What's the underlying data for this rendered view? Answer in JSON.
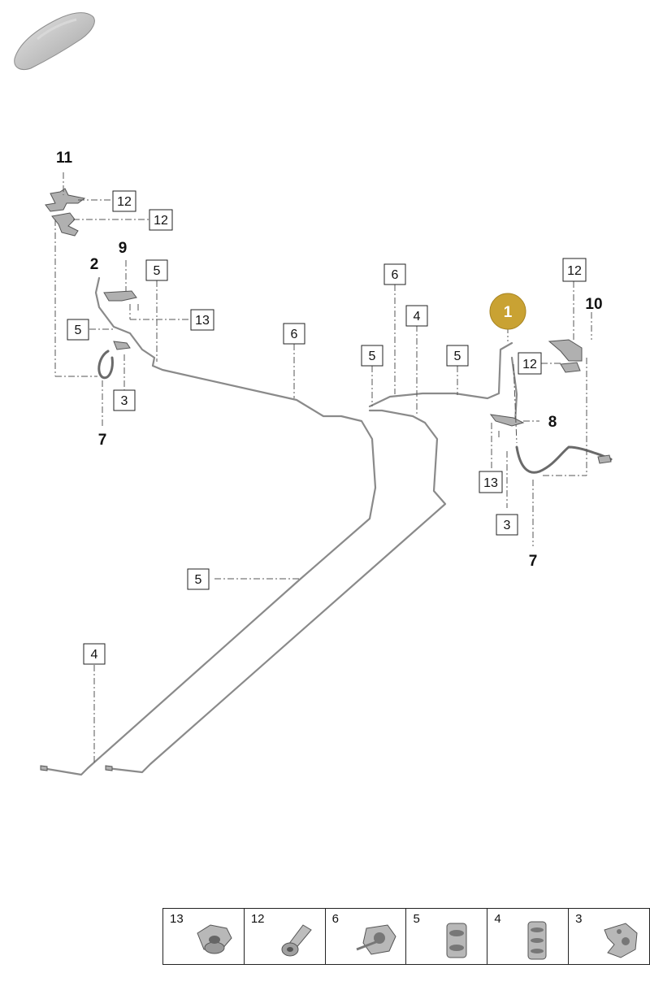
{
  "callouts": {
    "c1": "1",
    "c2": "2",
    "c3a": "3",
    "c3b": "3",
    "c4a": "4",
    "c4b": "4",
    "c5a": "5",
    "c5b": "5",
    "c5c": "5",
    "c5d": "5",
    "c5e": "5",
    "c6a": "6",
    "c6b": "6",
    "c7a": "7",
    "c7b": "7",
    "c8": "8",
    "c9": "9",
    "c10": "10",
    "c11": "11",
    "c12a": "12",
    "c12b": "12",
    "c12c": "12",
    "c12d": "12",
    "c13a": "13",
    "c13b": "13"
  },
  "legend": [
    {
      "number": "13",
      "icon": "nut-icon"
    },
    {
      "number": "12",
      "icon": "bolt-icon"
    },
    {
      "number": "6",
      "icon": "pipe-clip-icon"
    },
    {
      "number": "5",
      "icon": "double-clip-icon"
    },
    {
      "number": "4",
      "icon": "triple-clip-icon"
    },
    {
      "number": "3",
      "icon": "retaining-clip-icon"
    }
  ],
  "colors": {
    "highlight": "#c9a233",
    "line": "#555555",
    "pipe": "#8a8a8a"
  }
}
